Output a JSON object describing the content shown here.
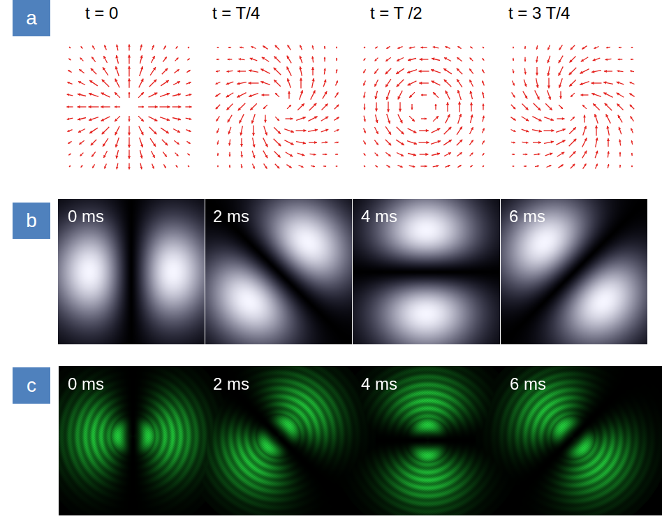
{
  "diagram": {
    "nodes": [
      {
        "text": [
          "a"
        ]
      },
      {
        "text": [
          "b"
        ]
      },
      {
        "text": [
          "c"
        ]
      }
    ],
    "labels": [
      "t = 0",
      "t = T/4",
      "t = T /2",
      "t = 3 T/4",
      "0 ms",
      "2 ms",
      "4 ms",
      "6 ms",
      "0 ms",
      "2 ms",
      "4 ms",
      "6 ms"
    ]
  }
}
